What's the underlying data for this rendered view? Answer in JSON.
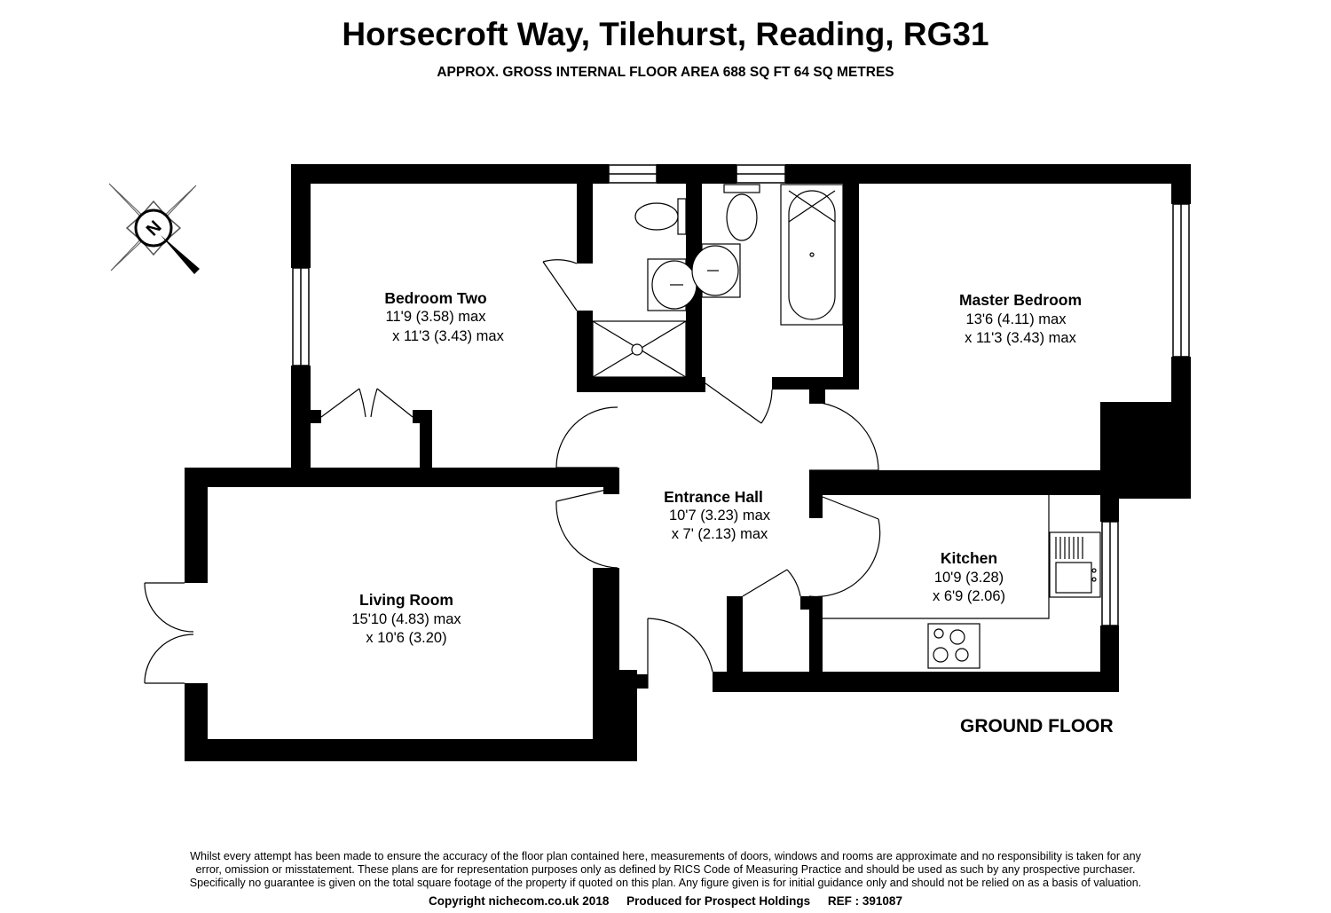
{
  "header": {
    "title": "Horsecroft Way, Tilehurst, Reading, RG31",
    "subtitle": "APPROX. GROSS INTERNAL FLOOR AREA 688 SQ FT 64 SQ METRES"
  },
  "compass": {
    "label": "N",
    "icon": "compass-icon"
  },
  "rooms": {
    "bedroom_two": {
      "name": "Bedroom Two",
      "dim1": "11'9 (3.58) max",
      "dim2": "x 11'3 (3.43) max"
    },
    "master_bedroom": {
      "name": "Master Bedroom",
      "dim1": "13'6 (4.11) max",
      "dim2": "x 11'3 (3.43) max"
    },
    "entrance_hall": {
      "name": "Entrance Hall",
      "dim1": "10'7 (3.23) max",
      "dim2": "x 7' (2.13) max"
    },
    "kitchen": {
      "name": "Kitchen",
      "dim1": "10'9 (3.28)",
      "dim2": "x 6'9 (2.06)"
    },
    "living_room": {
      "name": "Living Room",
      "dim1": "15'10 (4.83) max",
      "dim2": "x 10'6 (3.20)"
    }
  },
  "floor_label": "GROUND FLOOR",
  "disclaimer": {
    "line1": "Whilst every attempt has been made to ensure the accuracy of the floor plan contained here, measurements of doors, windows and rooms are approximate and no responsibility is taken for any",
    "line2": "error, omission or misstatement. These plans are for representation purposes only as defined by RICS Code of Measuring Practice and should be used as such by any prospective purchaser.",
    "line3": "Specifically no guarantee is given on the total square footage of the property if quoted on this plan. Any figure given is for initial guidance only and should not be relied on as a basis of valuation."
  },
  "footer": {
    "copyright": "Copyright nichecom.co.uk 2018",
    "produced": "Produced for Prospect Holdings",
    "ref": "REF : 391087"
  }
}
